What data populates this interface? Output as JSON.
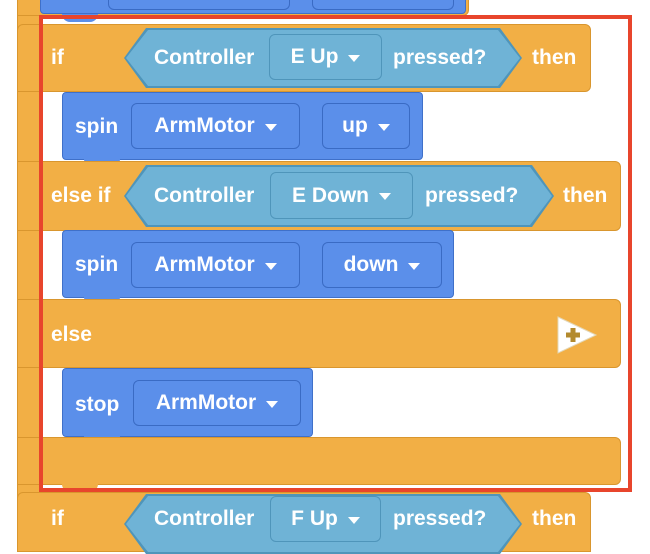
{
  "colors": {
    "control_orange": "#F2AF45",
    "motion_blue": "#5B8FEA",
    "sensing_lightblue": "#6FB3D6",
    "highlight_red": "#E8452C"
  },
  "blocks": {
    "if1": {
      "if_label": "if",
      "sensor": "Controller",
      "button": "E Up",
      "pressed": "pressed?",
      "then_label": "then",
      "spin_label": "spin",
      "motor": "ArmMotor",
      "direction": "up"
    },
    "elseif": {
      "label": "else if",
      "sensor": "Controller",
      "button": "E Down",
      "pressed": "pressed?",
      "then_label": "then",
      "spin_label": "spin",
      "motor": "ArmMotor",
      "direction": "down"
    },
    "else": {
      "label": "else",
      "add_icon": "add-else-if-icon",
      "stop_label": "stop",
      "motor": "ArmMotor"
    },
    "if2": {
      "if_label": "if",
      "sensor": "Controller",
      "button": "F Up",
      "pressed": "pressed?",
      "then_label": "then"
    }
  }
}
